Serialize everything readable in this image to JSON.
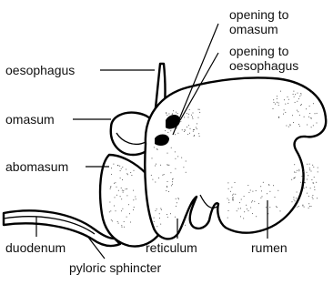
{
  "labels": {
    "opening_to_omasum": [
      "opening to",
      "omasum"
    ],
    "opening_to_oesophagus": [
      "opening to",
      "oesophagus"
    ],
    "oesophagus": "oesophagus",
    "omasum": "omasum",
    "abomasum": "abomasum",
    "duodenum": "duodenum",
    "reticulum": "reticulum",
    "rumen": "rumen",
    "pyloric_sphincter": "pyloric sphincter"
  }
}
